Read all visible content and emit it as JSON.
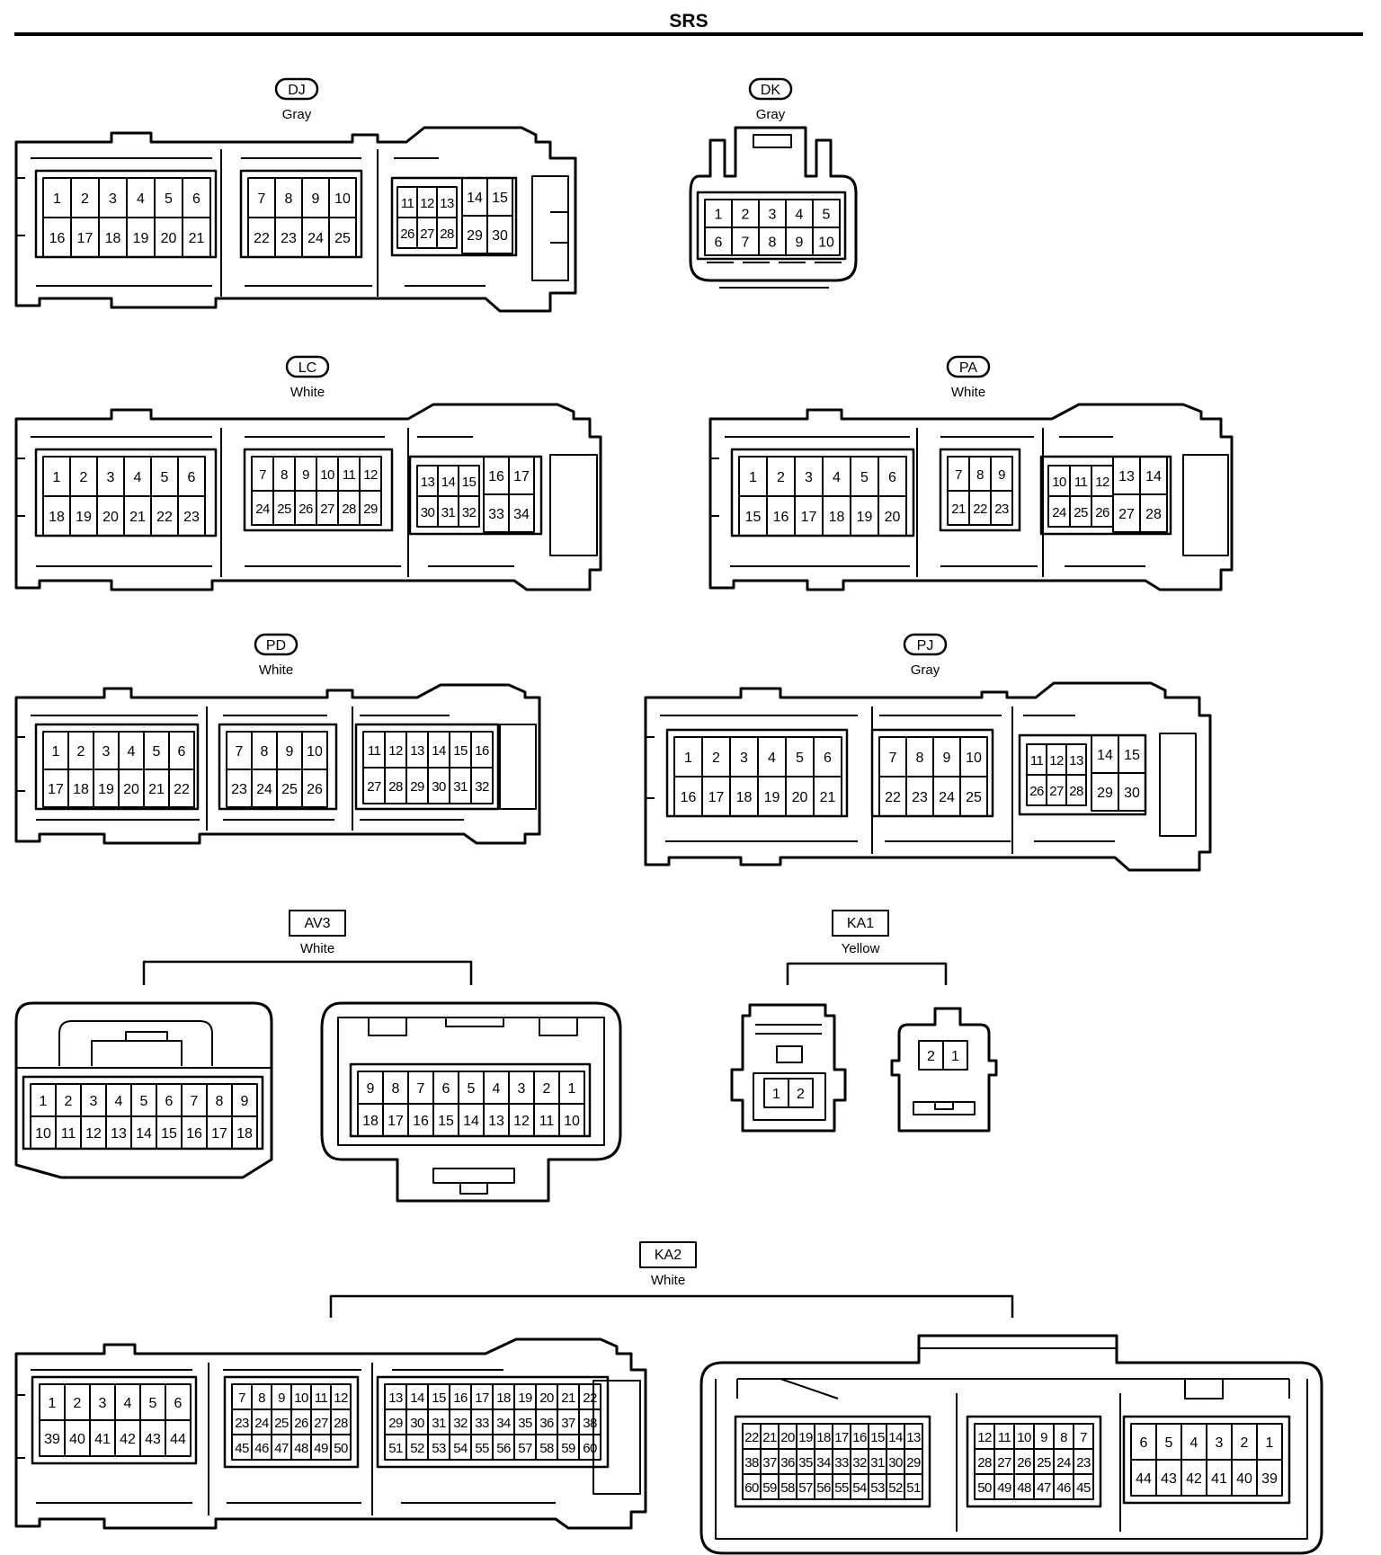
{
  "page": {
    "title": "SRS"
  },
  "connectors": {
    "DJ": {
      "code": "DJ",
      "color": "Gray",
      "groups": [
        {
          "rows": [
            [
              "1",
              "2",
              "3",
              "4",
              "5",
              "6"
            ],
            [
              "16",
              "17",
              "18",
              "19",
              "20",
              "21"
            ]
          ]
        },
        {
          "rows": [
            [
              "7",
              "8",
              "9",
              "10"
            ],
            [
              "22",
              "23",
              "24",
              "25"
            ]
          ]
        },
        {
          "rows": [
            [
              "11",
              "12",
              "13"
            ],
            [
              "26",
              "27",
              "28"
            ]
          ]
        },
        {
          "rows": [
            [
              "14",
              "15"
            ],
            [
              "29",
              "30"
            ]
          ]
        }
      ]
    },
    "DK": {
      "code": "DK",
      "color": "Gray",
      "groups": [
        {
          "rows": [
            [
              "1",
              "2",
              "3",
              "4",
              "5"
            ],
            [
              "6",
              "7",
              "8",
              "9",
              "10"
            ]
          ]
        }
      ]
    },
    "LC": {
      "code": "LC",
      "color": "White",
      "groups": [
        {
          "rows": [
            [
              "1",
              "2",
              "3",
              "4",
              "5",
              "6"
            ],
            [
              "18",
              "19",
              "20",
              "21",
              "22",
              "23"
            ]
          ]
        },
        {
          "rows": [
            [
              "7",
              "8",
              "9",
              "10",
              "11",
              "12"
            ],
            [
              "24",
              "25",
              "26",
              "27",
              "28",
              "29"
            ]
          ]
        },
        {
          "rows": [
            [
              "13",
              "14",
              "15"
            ],
            [
              "30",
              "31",
              "32"
            ]
          ]
        },
        {
          "rows": [
            [
              "16",
              "17"
            ],
            [
              "33",
              "34"
            ]
          ]
        }
      ]
    },
    "PA": {
      "code": "PA",
      "color": "White",
      "groups": [
        {
          "rows": [
            [
              "1",
              "2",
              "3",
              "4",
              "5",
              "6"
            ],
            [
              "15",
              "16",
              "17",
              "18",
              "19",
              "20"
            ]
          ]
        },
        {
          "rows": [
            [
              "7",
              "8",
              "9"
            ],
            [
              "21",
              "22",
              "23"
            ]
          ]
        },
        {
          "rows": [
            [
              "10",
              "11",
              "12"
            ],
            [
              "24",
              "25",
              "26"
            ]
          ]
        },
        {
          "rows": [
            [
              "13",
              "14"
            ],
            [
              "27",
              "28"
            ]
          ]
        }
      ]
    },
    "PD": {
      "code": "PD",
      "color": "White",
      "groups": [
        {
          "rows": [
            [
              "1",
              "2",
              "3",
              "4",
              "5",
              "6"
            ],
            [
              "17",
              "18",
              "19",
              "20",
              "21",
              "22"
            ]
          ]
        },
        {
          "rows": [
            [
              "7",
              "8",
              "9",
              "10"
            ],
            [
              "23",
              "24",
              "25",
              "26"
            ]
          ]
        },
        {
          "rows": [
            [
              "11",
              "12",
              "13",
              "14",
              "15",
              "16"
            ],
            [
              "27",
              "28",
              "29",
              "30",
              "31",
              "32"
            ]
          ]
        }
      ]
    },
    "PJ": {
      "code": "PJ",
      "color": "Gray",
      "groups": [
        {
          "rows": [
            [
              "1",
              "2",
              "3",
              "4",
              "5",
              "6"
            ],
            [
              "16",
              "17",
              "18",
              "19",
              "20",
              "21"
            ]
          ]
        },
        {
          "rows": [
            [
              "7",
              "8",
              "9",
              "10"
            ],
            [
              "22",
              "23",
              "24",
              "25"
            ]
          ]
        },
        {
          "rows": [
            [
              "11",
              "12",
              "13"
            ],
            [
              "26",
              "27",
              "28"
            ]
          ]
        },
        {
          "rows": [
            [
              "14",
              "15"
            ],
            [
              "29",
              "30"
            ]
          ]
        }
      ]
    },
    "AV3": {
      "code": "AV3",
      "color": "White",
      "groups": [
        {
          "rows": [
            [
              "1",
              "2",
              "3",
              "4",
              "5",
              "6",
              "7",
              "8",
              "9"
            ],
            [
              "10",
              "11",
              "12",
              "13",
              "14",
              "15",
              "16",
              "17",
              "18"
            ]
          ]
        },
        {
          "rows": [
            [
              "9",
              "8",
              "7",
              "6",
              "5",
              "4",
              "3",
              "2",
              "1"
            ],
            [
              "18",
              "17",
              "16",
              "15",
              "14",
              "13",
              "12",
              "11",
              "10"
            ]
          ]
        }
      ]
    },
    "KA1": {
      "code": "KA1",
      "color": "Yellow",
      "groups": [
        {
          "rows": [
            [
              "1",
              "2"
            ]
          ]
        },
        {
          "rows": [
            [
              "2",
              "1"
            ]
          ]
        }
      ]
    },
    "KA2": {
      "code": "KA2",
      "color": "White",
      "groups": [
        {
          "rows": [
            [
              "1",
              "2",
              "3",
              "4",
              "5",
              "6"
            ],
            [
              "39",
              "40",
              "41",
              "42",
              "43",
              "44"
            ]
          ]
        },
        {
          "rows": [
            [
              "7",
              "8",
              "9",
              "10",
              "11",
              "12"
            ],
            [
              "23",
              "24",
              "25",
              "26",
              "27",
              "28"
            ],
            [
              "45",
              "46",
              "47",
              "48",
              "49",
              "50"
            ]
          ]
        },
        {
          "rows": [
            [
              "13",
              "14",
              "15",
              "16",
              "17",
              "18",
              "19",
              "20",
              "21",
              "22"
            ],
            [
              "29",
              "30",
              "31",
              "32",
              "33",
              "34",
              "35",
              "36",
              "37",
              "38"
            ],
            [
              "51",
              "52",
              "53",
              "54",
              "55",
              "56",
              "57",
              "58",
              "59",
              "60"
            ]
          ]
        },
        {
          "rows": [
            [
              "22",
              "21",
              "20",
              "19",
              "18",
              "17",
              "16",
              "15",
              "14",
              "13"
            ],
            [
              "38",
              "37",
              "36",
              "35",
              "34",
              "33",
              "32",
              "31",
              "30",
              "29"
            ],
            [
              "60",
              "59",
              "58",
              "57",
              "56",
              "55",
              "54",
              "53",
              "52",
              "51"
            ]
          ]
        },
        {
          "rows": [
            [
              "12",
              "11",
              "10",
              "9",
              "8",
              "7"
            ],
            [
              "28",
              "27",
              "26",
              "25",
              "24",
              "23"
            ],
            [
              "50",
              "49",
              "48",
              "47",
              "46",
              "45"
            ]
          ]
        },
        {
          "rows": [
            [
              "6",
              "5",
              "4",
              "3",
              "2",
              "1"
            ],
            [
              "44",
              "43",
              "42",
              "41",
              "40",
              "39"
            ]
          ]
        }
      ]
    }
  }
}
